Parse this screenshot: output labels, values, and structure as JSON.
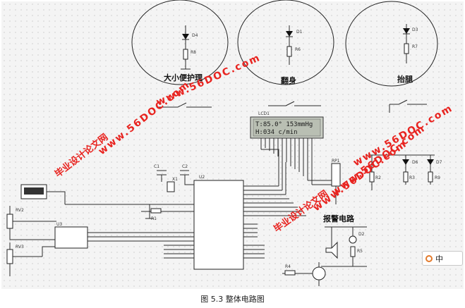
{
  "figure": {
    "caption": "图 5.3    整体电路图"
  },
  "zones": {
    "size": "大小便护理",
    "turn": "翻身",
    "leg": "抬腿",
    "alarm": "报警电路"
  },
  "lcd": {
    "name": "LCD1",
    "line1": "T:85.0° 153mmHg",
    "line2": "H:034 c/min"
  },
  "components": {
    "d4": "D4",
    "r8": "R8",
    "d1": "D1",
    "r6": "R6",
    "d3": "D3",
    "r7": "R7",
    "d6": "D6",
    "d7": "D7",
    "r2": "R2",
    "r3": "R3",
    "r9": "R9",
    "d2": "D2",
    "r5": "R5",
    "r4": "R4",
    "rv2": "RV2",
    "rv3": "RV3",
    "u2": "U2",
    "u3": "U3",
    "rp1": "RP1",
    "x1": "X1",
    "c1": "C1",
    "c2": "C2",
    "r1": "R1"
  },
  "watermarks": {
    "site_name": "毕业设计论文网",
    "site_url": "www.56DOC.com"
  },
  "ime": {
    "label": "中"
  }
}
